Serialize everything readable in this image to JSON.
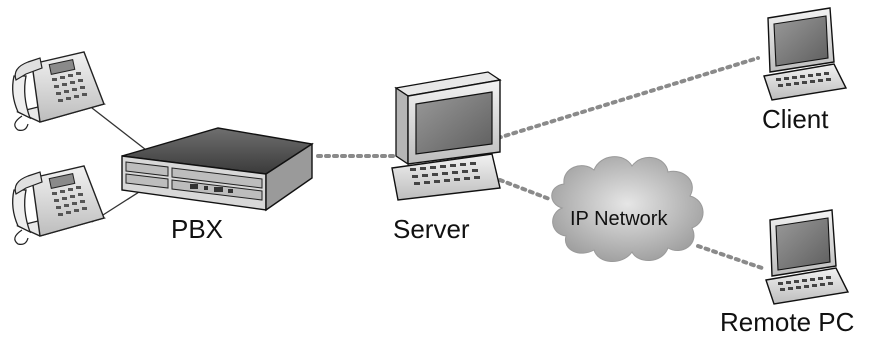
{
  "labels": {
    "pbx": "PBX",
    "server": "Server",
    "client": "Client",
    "ip_network": "IP Network",
    "remote_pc": "Remote PC"
  },
  "icons": {
    "phone_top": "desk-phone-icon",
    "phone_bottom": "desk-phone-icon",
    "pbx": "pbx-unit-icon",
    "server": "desktop-computer-icon",
    "client": "laptop-icon",
    "cloud": "network-cloud-icon",
    "remote_pc": "laptop-icon"
  },
  "colors": {
    "line": "#333333",
    "dotted": "#8a8a8a",
    "device_body": "#d9d9d9",
    "screen": "#7a7a7a",
    "cloud": "#bdbdbd"
  }
}
